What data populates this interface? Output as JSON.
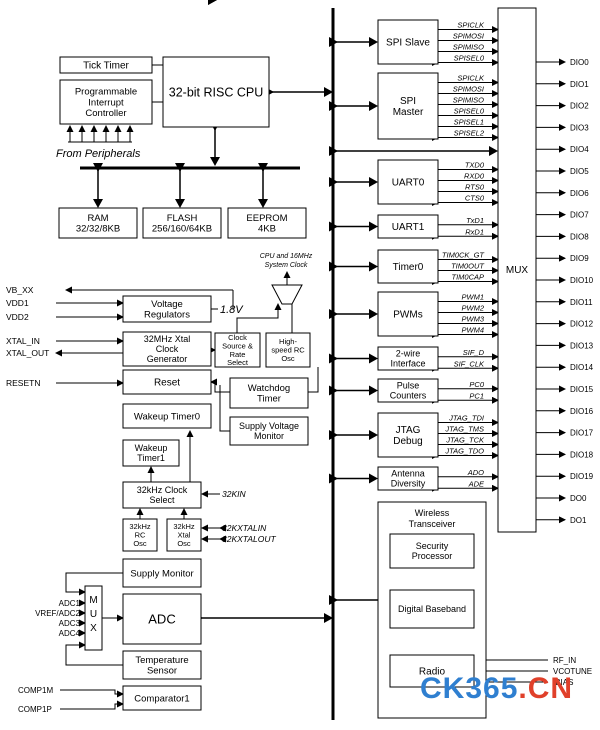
{
  "blocks": {
    "tick_timer": "Tick Timer",
    "pic": [
      "Programmable",
      "Interrupt",
      "Controller"
    ],
    "from_peripherals": "From Peripherals",
    "cpu": "32-bit RISC CPU",
    "ram": [
      "RAM",
      "32/32/8KB"
    ],
    "flash": [
      "FLASH",
      "256/160/64KB"
    ],
    "eeprom": [
      "EEPROM",
      "4KB"
    ],
    "cpu_clock_note": [
      "CPU and 16MHz",
      "System Clock"
    ],
    "voltage_regulators": [
      "Voltage",
      "Regulators"
    ],
    "v18": "1.8V",
    "xtal_gen": [
      "32MHz Xtal",
      "Clock",
      "Generator"
    ],
    "clock_select": [
      "Clock",
      "Source &",
      "Rate",
      "Select"
    ],
    "rc_osc": [
      "High-",
      "speed RC",
      "Osc"
    ],
    "reset": "Reset",
    "watchdog": [
      "Watchdog",
      "Timer"
    ],
    "wakeup0": "Wakeup Timer0",
    "supply_voltage_monitor": [
      "Supply Voltage",
      "Monitor"
    ],
    "wakeup1": [
      "Wakeup",
      "Timer1"
    ],
    "clk32k_select": [
      "32kHz Clock",
      "Select"
    ],
    "rc32k": [
      "32kHz",
      "RC",
      "Osc"
    ],
    "xtal32k": [
      "32kHz",
      "Xtal",
      "Osc"
    ],
    "supply_monitor": "Supply Monitor",
    "adc": "ADC",
    "mux_small": [
      "M",
      "U",
      "X"
    ],
    "temp_sensor": [
      "Temperature",
      "Sensor"
    ],
    "comparator": "Comparator1",
    "spi_slave": "SPI Slave",
    "spi_master": [
      "SPI",
      "Master"
    ],
    "uart0": "UART0",
    "uart1": "UART1",
    "timer0": "Timer0",
    "pwms": "PWMs",
    "twowire": [
      "2-wire",
      "Interface"
    ],
    "pulse": [
      "Pulse",
      "Counters"
    ],
    "jtag": [
      "JTAG",
      "Debug"
    ],
    "antenna": [
      "Antenna",
      "Diversity"
    ],
    "wireless": [
      "Wireless",
      "Transceiver"
    ],
    "security": [
      "Security",
      "Processor"
    ],
    "baseband": "Digital Baseband",
    "radio": "Radio",
    "mux_big": "MUX"
  },
  "left_pins": {
    "vb_xx": "VB_XX",
    "vdd1": "VDD1",
    "vdd2": "VDD2",
    "xtal_in": "XTAL_IN",
    "xtal_out": "XTAL_OUT",
    "resetn": "RESETN",
    "k32in": "32KIN",
    "k32xtalin": "32KXTALIN",
    "k32xtalout": "32KXTALOUT",
    "adc1": "ADC1",
    "adc2": "VREF/ADC2",
    "adc3": "ADC3",
    "adc4": "ADC4",
    "comp1m": "COMP1M",
    "comp1p": "COMP1P"
  },
  "signals": {
    "spi_slave": [
      "SPICLK",
      "SPIMOSI",
      "SPIMISO",
      "SPISEL0"
    ],
    "spi_master": [
      "SPICLK",
      "SPIMOSI",
      "SPIMISO",
      "SPISEL0",
      "SPISEL1",
      "SPISEL2"
    ],
    "uart0": [
      "TXD0",
      "RXD0",
      "RTS0",
      "CTS0"
    ],
    "uart1": [
      "TxD1",
      "RxD1"
    ],
    "timer0": [
      "TIM0CK_GT",
      "TIM0OUT",
      "TIM0CAP"
    ],
    "pwm": [
      "PWM1",
      "PWM2",
      "PWM3",
      "PWM4"
    ],
    "twowire": [
      "SIF_D",
      "SIF_CLK"
    ],
    "pulse": [
      "PC0",
      "PC1"
    ],
    "jtag": [
      "JTAG_TDI",
      "JTAG_TMS",
      "JTAG_TCK",
      "JTAG_TDO"
    ],
    "antenna": [
      "ADO",
      "ADE"
    ]
  },
  "dio_pins": [
    "DIO0",
    "DIO1",
    "DIO2",
    "DIO3",
    "DIO4",
    "DIO5",
    "DIO6",
    "DIO7",
    "DIO8",
    "DIO9",
    "DIO10",
    "DIO11",
    "DIO12",
    "DIO13",
    "DIO14",
    "DIO15",
    "DIO16",
    "DIO17",
    "DIO18",
    "DIO19",
    "DO0",
    "DO1"
  ],
  "rf_pins": [
    "RF_IN",
    "VCOTUNE",
    "IBIAS"
  ],
  "watermark": {
    "part1": "CK365",
    "part2": ".CN"
  },
  "colors": {
    "stroke": "#000000",
    "watermark_blue": "#2f7fd0",
    "watermark_red": "#e0402a"
  }
}
